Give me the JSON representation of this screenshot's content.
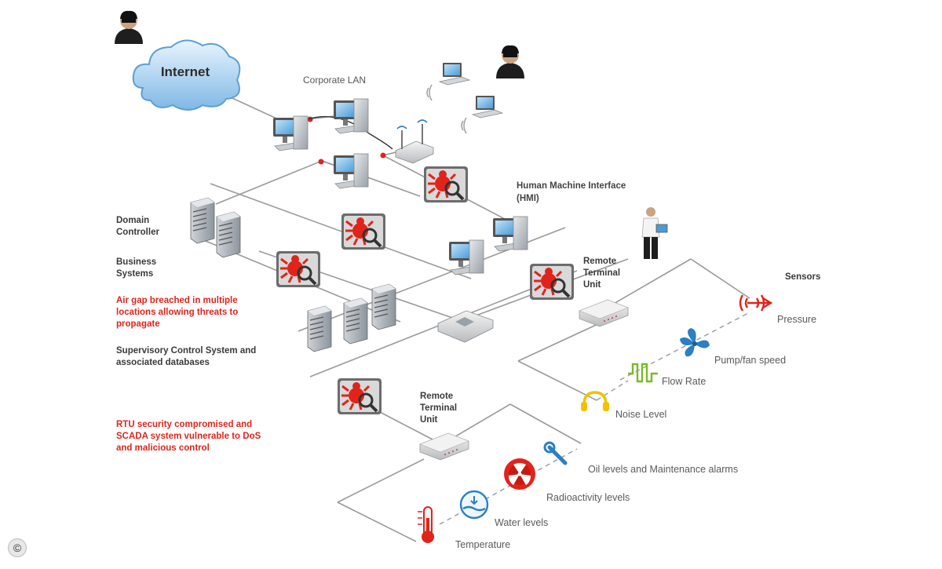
{
  "cloud": {
    "label": "Internet"
  },
  "labels": {
    "corporate_lan": "Corporate LAN",
    "hmi": [
      "Human Machine Interface",
      "(HMI)"
    ],
    "domain_controller": [
      "Domain",
      "Controller"
    ],
    "business_systems": [
      "Business",
      "Systems"
    ],
    "air_gap": [
      "Air gap breached in multiple",
      "locations allowing threats to",
      "propagate"
    ],
    "supervisory": [
      "Supervisory Control System and",
      "associated databases"
    ],
    "rtu_compromised": [
      "RTU security compromised and",
      "SCADA system vulnerable to DoS",
      "and malicious control"
    ],
    "rtu_upper": [
      "Remote",
      "Terminal",
      "Unit"
    ],
    "rtu_lower": [
      "Remote",
      "Terminal",
      "Unit"
    ],
    "sensors": "Sensors"
  },
  "sensors_upper": {
    "pressure": "Pressure",
    "pump_fan": "Pump/fan speed",
    "flow_rate": "Flow Rate",
    "noise_level": "Noise Level"
  },
  "sensors_lower": {
    "oil_maintenance": "Oil levels and Maintenance alarms",
    "radioactivity": "Radioactivity levels",
    "water_levels": "Water levels",
    "temperature": "Temperature"
  },
  "copyright_symbol": "©",
  "colors": {
    "threat_red": "#e0241b",
    "line_grey": "#9a9a9a",
    "cloud_blue": "#7fb8e6",
    "sensor_green": "#7ab929",
    "sensor_blue": "#2b7fc2",
    "sensor_yellow": "#f2c200"
  },
  "icons": {
    "hacker": "hacker-icon",
    "threat": "bug-magnifier-icon",
    "computer": "desktop-computer-icon",
    "laptop": "laptop-icon",
    "server": "server-tower-icon",
    "router": "wireless-router-icon",
    "rtu": "rtu-device-icon",
    "operator": "operator-person-icon"
  }
}
